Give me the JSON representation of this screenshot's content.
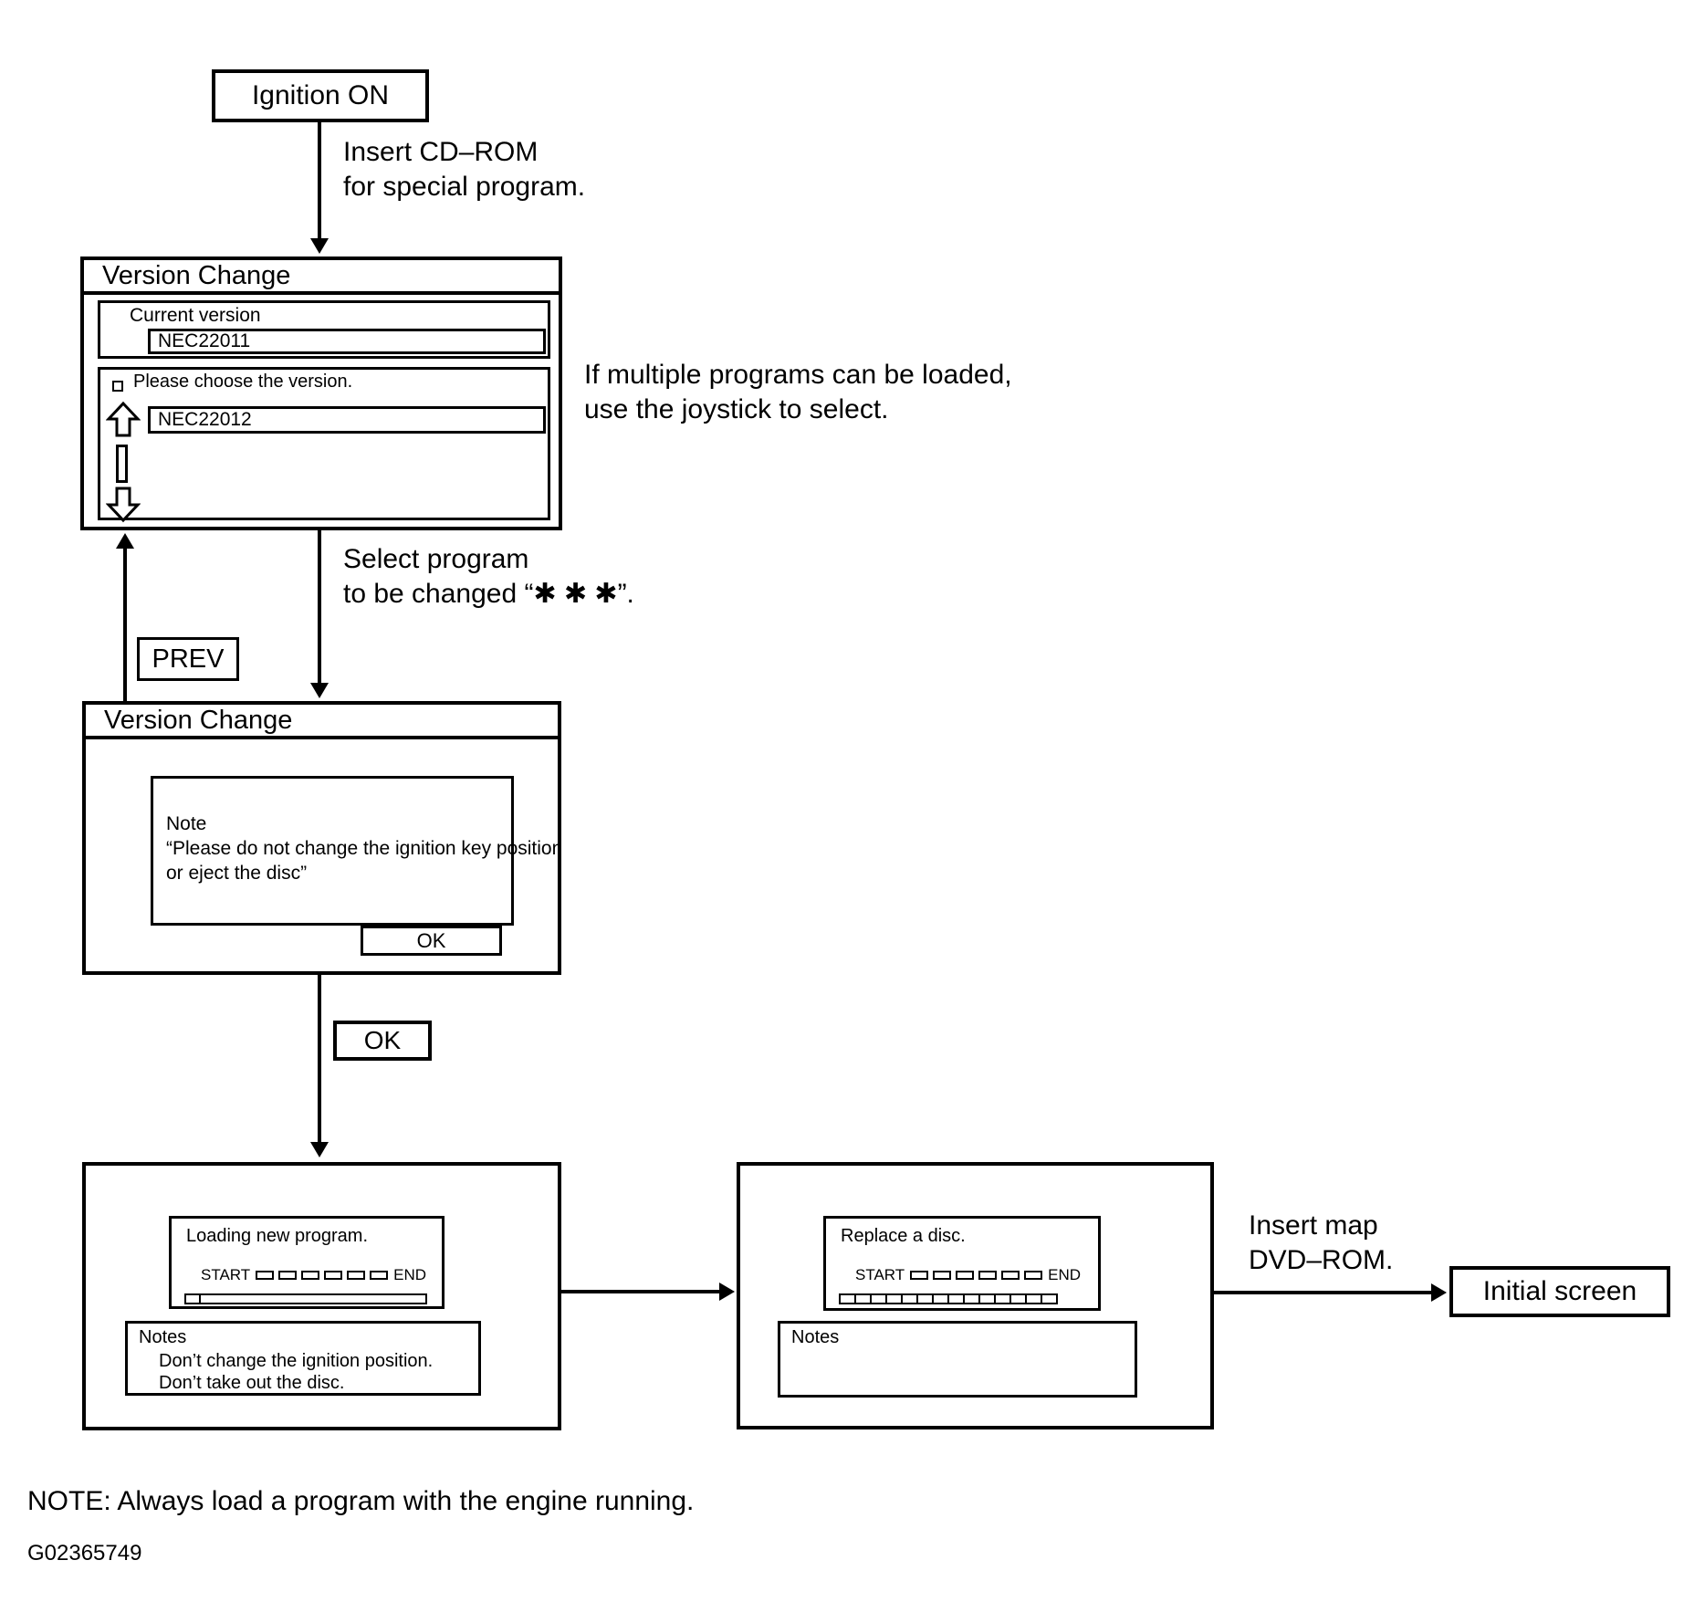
{
  "flow": {
    "ignition": {
      "label": "Ignition ON"
    },
    "insert_cdrom_note": {
      "line1": "Insert CD–ROM",
      "line2": "for special program."
    },
    "screen1": {
      "title": "Version Change",
      "current_version_label": "Current version",
      "current_version_value": "NEC22011",
      "choose_prompt": "Please choose the version.",
      "choose_value": "NEC22012"
    },
    "joystick_note": {
      "line1": "If multiple programs can be loaded,",
      "line2": "use the joystick to select."
    },
    "prev_button": "PREV",
    "select_note": {
      "line1": "Select program",
      "line2": "to be changed “✱ ✱ ✱”."
    },
    "screen2": {
      "title": "Version Change",
      "note_line1": "Note",
      "note_line2": "“Please do not change the ignition key position",
      "note_line3": "or eject the disc”",
      "ok_button": "OK"
    },
    "ok_step": "OK",
    "screen3": {
      "message": "Loading new program.",
      "start_label": "START",
      "end_label": "END",
      "notes_title": "Notes",
      "note1": "Don’t change the ignition position.",
      "note2": "Don’t take out the disc."
    },
    "screen4": {
      "message": "Replace a disc.",
      "start_label": "START",
      "end_label": "END",
      "notes_title": "Notes"
    },
    "insert_dvd_note": {
      "line1": "Insert map",
      "line2": "DVD–ROM."
    },
    "initial_screen": {
      "label": "Initial screen"
    },
    "footer_note": "NOTE: Always load a program with the engine running.",
    "figure_id": "G02365749"
  }
}
